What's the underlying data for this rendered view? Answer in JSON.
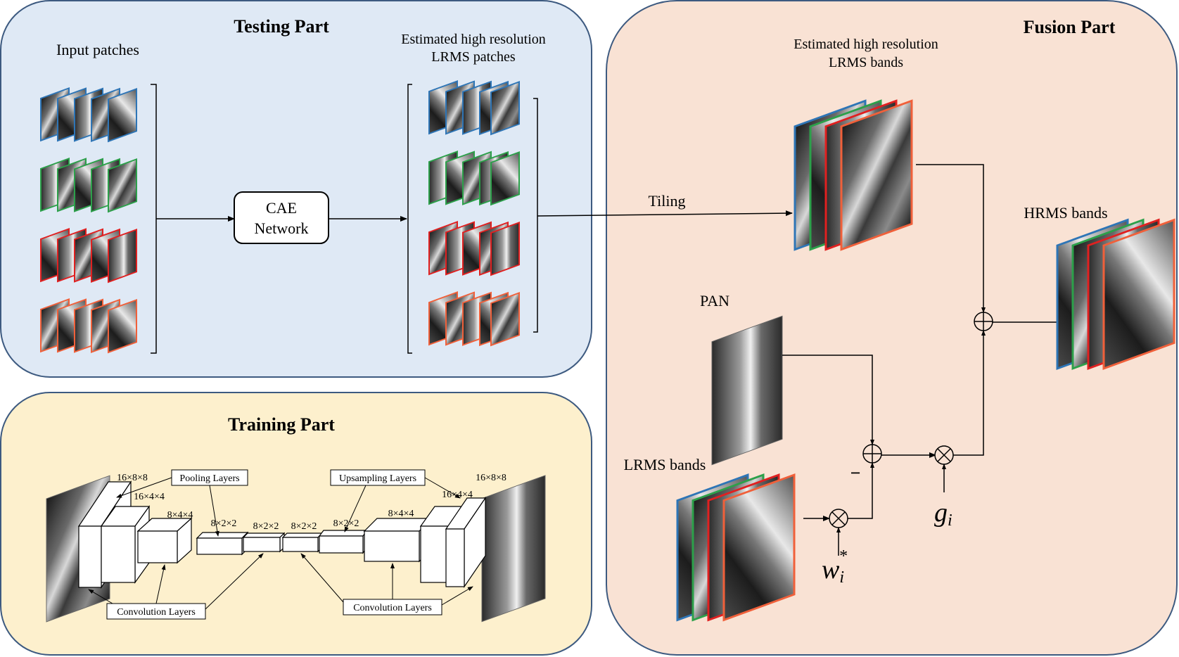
{
  "panels": {
    "testing": {
      "title": "Testing Part"
    },
    "training": {
      "title": "Training Part"
    },
    "fusion": {
      "title": "Fusion Part"
    }
  },
  "testing": {
    "input_label": "Input patches",
    "cae_line1": "CAE",
    "cae_line2": "Network",
    "est_line1": "Estimated high resolution",
    "est_line2": "LRMS patches"
  },
  "fusion": {
    "est_line1": "Estimated high resolution",
    "est_line2": "LRMS bands",
    "tiling": "Tiling",
    "hrms": "HRMS bands",
    "pan": "PAN",
    "lrms": "LRMS bands",
    "minus": "−",
    "g_sym": "g",
    "g_sub": "i",
    "w_sym": "w",
    "w_sub": "i",
    "w_sup": "*"
  },
  "training": {
    "pooling": "Pooling Layers",
    "upsampling": "Upsampling Layers",
    "conv_left": "Convolution Layers",
    "conv_right": "Convolution Layers",
    "dims": {
      "d1": "16×8×8",
      "d2": "16×4×4",
      "d3": "8×4×4",
      "d4": "8×2×2",
      "d5": "8×2×2",
      "d6": "8×2×2",
      "d7": "8×2×2",
      "d8": "8×4×4",
      "d9": "16×4×4",
      "d10": "16×8×8"
    }
  },
  "colors": {
    "testing_bg": "#dfe9f5",
    "training_bg": "#fdf0cd",
    "fusion_bg": "#f9e2d4",
    "border": "#3d5a80",
    "band_blue": "#2e75b6",
    "band_green": "#2ca04a",
    "band_red": "#e02020",
    "band_orange": "#f0603a"
  }
}
